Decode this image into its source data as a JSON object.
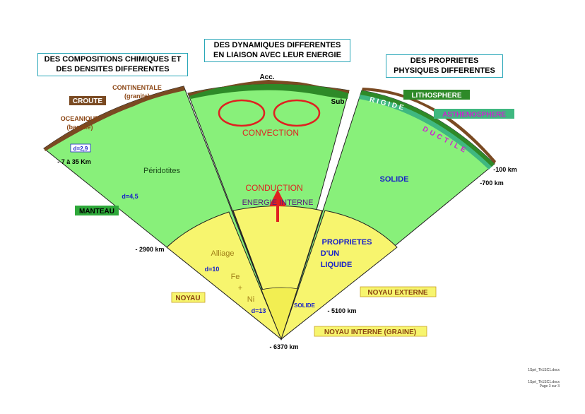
{
  "headers": {
    "left": [
      "DES COMPOSITIONS CHIMIQUES ET",
      "DES DENSITES DIFFERENTES"
    ],
    "center": [
      "DES DYNAMIQUES DIFFERENTES",
      "EN LIAISON AVEC LEUR ENERGIE"
    ],
    "right": [
      "DES PROPRIETES",
      "PHYSIQUES DIFFERENTES"
    ]
  },
  "left_sector": {
    "croute": "CROUTE",
    "continentale": "CONTINENTALE",
    "granite": "(granite)",
    "oceanique": "OCEANIQUE",
    "basalte": "(basalte)",
    "d_crust": "d=2,9",
    "depth_crust": "- 7 à 35 Km",
    "peridotites": "Péridotites",
    "d_mantle": "d=4,5",
    "manteau": "MANTEAU",
    "depth_2900": "- 2900 km",
    "alliage": "Alliage",
    "d_outer": "d=10",
    "fe": "Fe",
    "plus": "+",
    "ni": "Ni",
    "d_inner": "d=13",
    "noyau": "NOYAU"
  },
  "center_sector": {
    "acc": "Acc.",
    "sub": "Sub",
    "convection": "CONVECTION",
    "conduction": "CONDUCTION",
    "energie": "ENERGIE INTERNE",
    "solide": "SOLIDE",
    "depth_6370": "- 6370 km"
  },
  "right_sector": {
    "lithosphere": "LITHOSPHERE",
    "rigide": "RIGIDE",
    "asthenosphere": "ASTHENOSPHERE",
    "ductile": "DUCTILE",
    "depth_100": "-100 km",
    "depth_700": "-700 km",
    "solide": "SOLIDE",
    "liquide": [
      "PROPRIETES",
      "D'UN",
      "LIQUIDE"
    ],
    "noyau_externe": "NOYAU EXTERNE",
    "depth_5100": "- 5100 km",
    "noyau_interne": "NOYAU INTERNE (GRAINE)"
  },
  "footer": {
    "line1": "1Spé_Th1SC1.docx",
    "line2": "1Spé_Th1SC1.docx",
    "line3": "Page 3 sur 3"
  },
  "colors": {
    "mantle": "#88f07a",
    "core": "#f7f56e",
    "inner_core": "#f2ee52",
    "crust": "#7a4a22",
    "lithosphere": "#2e8a28",
    "asthenosphere": "#3fb880",
    "convection": "#e02020",
    "blue_text": "#1a22c8",
    "brown_text": "#8b4513",
    "label_box": "#2aa7b8"
  }
}
